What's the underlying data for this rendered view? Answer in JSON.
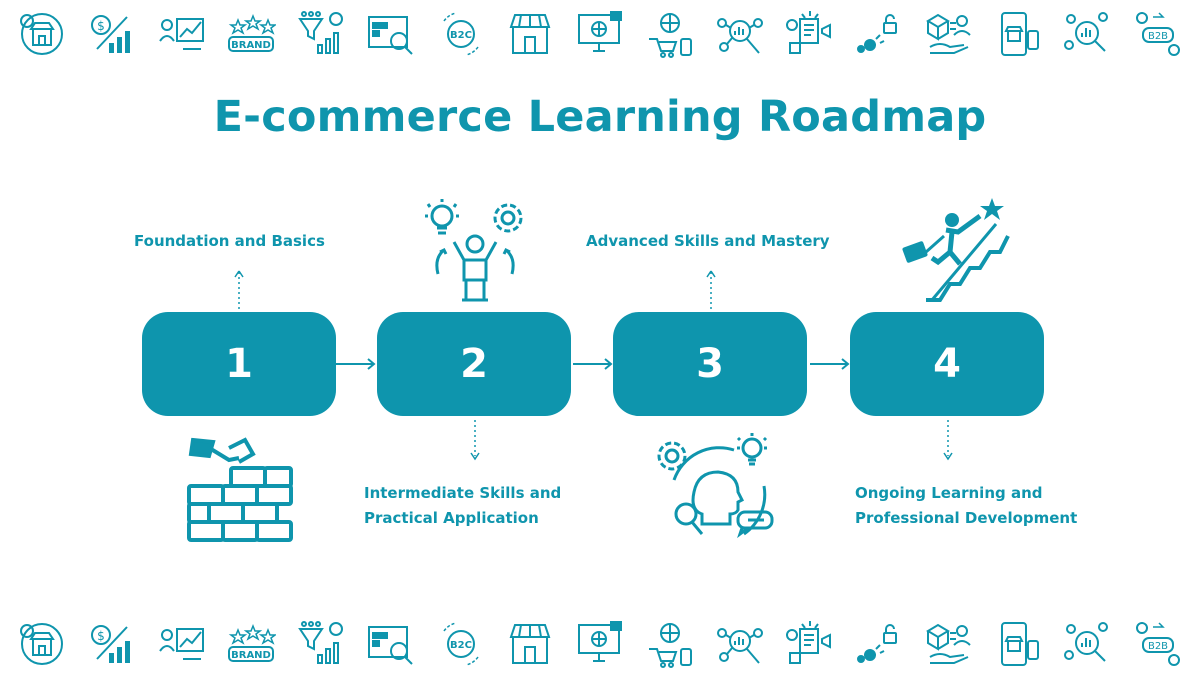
{
  "title": "E-commerce Learning Roadmap",
  "steps": [
    {
      "number": "1",
      "label_lines": [
        "Foundation and Basics"
      ],
      "illustration": "brick-wall-icon"
    },
    {
      "number": "2",
      "label_lines": [
        "Intermediate Skills and",
        "Practical Application"
      ],
      "illustration": "person-ideas-icon"
    },
    {
      "number": "3",
      "label_lines": [
        "Advanced Skills and Mastery"
      ],
      "illustration": "head-thinking-icon"
    },
    {
      "number": "4",
      "label_lines": [
        "Ongoing Learning and",
        "Professional Development"
      ],
      "illustration": "climbing-stairs-icon"
    }
  ],
  "icon_strip": {
    "icons": [
      "shop-chat-icon",
      "dollar-growth-icon",
      "presenter-chart-icon",
      "brand-stars-icon",
      "funnel-chart-icon",
      "dashboard-search-icon",
      "b2c-icon",
      "storefront-icon",
      "online-shop-icon",
      "global-delivery-icon",
      "analytics-network-icon",
      "content-marketing-icon",
      "payment-security-icon",
      "package-exchange-icon",
      "mobile-store-icon",
      "data-search-icon",
      "b2b-icon"
    ],
    "text": {
      "brand": "BRAND",
      "b2c": "B2C",
      "b2b": "B2B",
      "dollar": "$"
    }
  },
  "colors": {
    "primary": "#0e95ad",
    "text": "#0f95ad",
    "background": "#ffffff"
  }
}
